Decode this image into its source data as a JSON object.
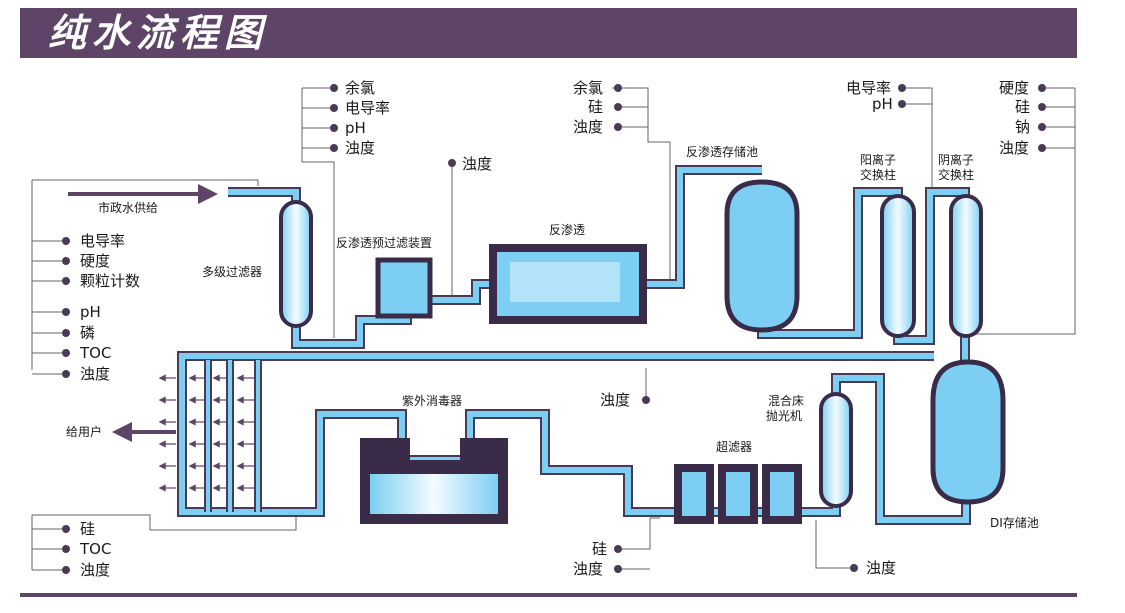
{
  "title": "纯水流程图",
  "colors": {
    "header": "#5e4466",
    "water": "#7ccff2",
    "pipe_border": "#4a3a56",
    "vessel_border": "#3a2c48",
    "dot": "#4a3a56"
  },
  "nodes": {
    "city_water": "市政水供给",
    "multi_filter": "多级过滤器",
    "ro_prefilter": "反渗透预过滤装置",
    "ro": "反渗透",
    "ro_storage": "反渗透存储池",
    "cation_line1": "阳离子",
    "cation_line2": "交换柱",
    "anion_line1": "阴离子",
    "anion_line2": "交换柱",
    "di_storage": "DI存储池",
    "mixed_bed_line1": "混合床",
    "mixed_bed_line2": "抛光机",
    "ultrafilter": "超滤器",
    "uv": "紫外消毒器",
    "to_users": "给用户"
  },
  "params": {
    "after_filter": [
      "余氯",
      "电导率",
      "pH",
      "浊度"
    ],
    "prefilter": [
      "浊度"
    ],
    "after_ro": [
      "余氯",
      "硅",
      "浊度"
    ],
    "after_cation": [
      "电导率",
      "pH"
    ],
    "after_anion": [
      "硬度",
      "硅",
      "钠",
      "浊度"
    ],
    "feed": [
      "电导率",
      "硬度",
      "颗粒计数",
      "pH",
      "磷",
      "TOC",
      "浊度"
    ],
    "loop": [
      "浊度"
    ],
    "return": [
      "硅",
      "TOC",
      "浊度"
    ],
    "uv_out": [
      "硅",
      "浊度"
    ],
    "mixed_out": [
      "浊度"
    ]
  }
}
